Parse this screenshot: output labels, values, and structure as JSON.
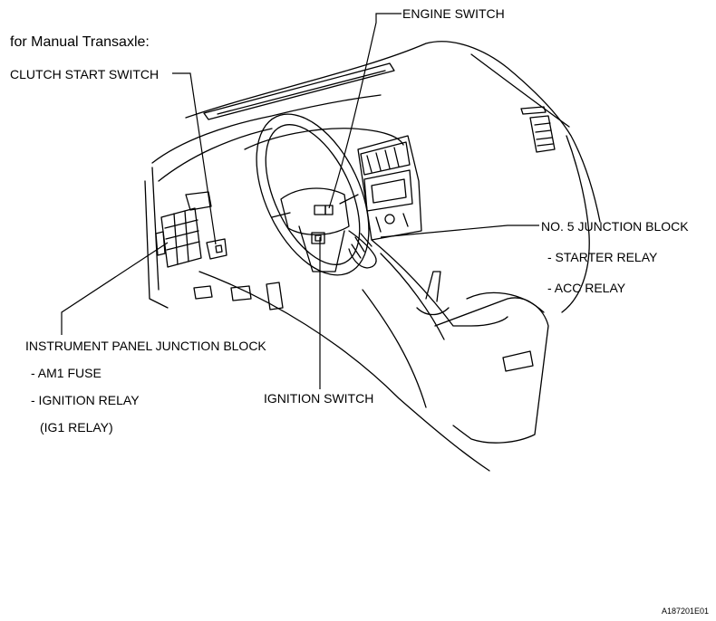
{
  "title": "for Manual Transaxle:",
  "labels": {
    "engine_switch": "ENGINE SWITCH",
    "clutch_start_switch": "CLUTCH START SWITCH",
    "no5_junction_block": "NO. 5 JUNCTION BLOCK",
    "starter_relay": "-  STARTER RELAY",
    "acc_relay": "-  ACC RELAY",
    "instrument_panel_junction_block": "INSTRUMENT PANEL JUNCTION BLOCK",
    "am1_fuse": "-  AM1 FUSE",
    "ignition_relay": "-  IGNITION RELAY",
    "ig1_relay": "(IG1 RELAY)",
    "ignition_switch": "IGNITION SWITCH"
  },
  "figure_code": "A187201E01"
}
